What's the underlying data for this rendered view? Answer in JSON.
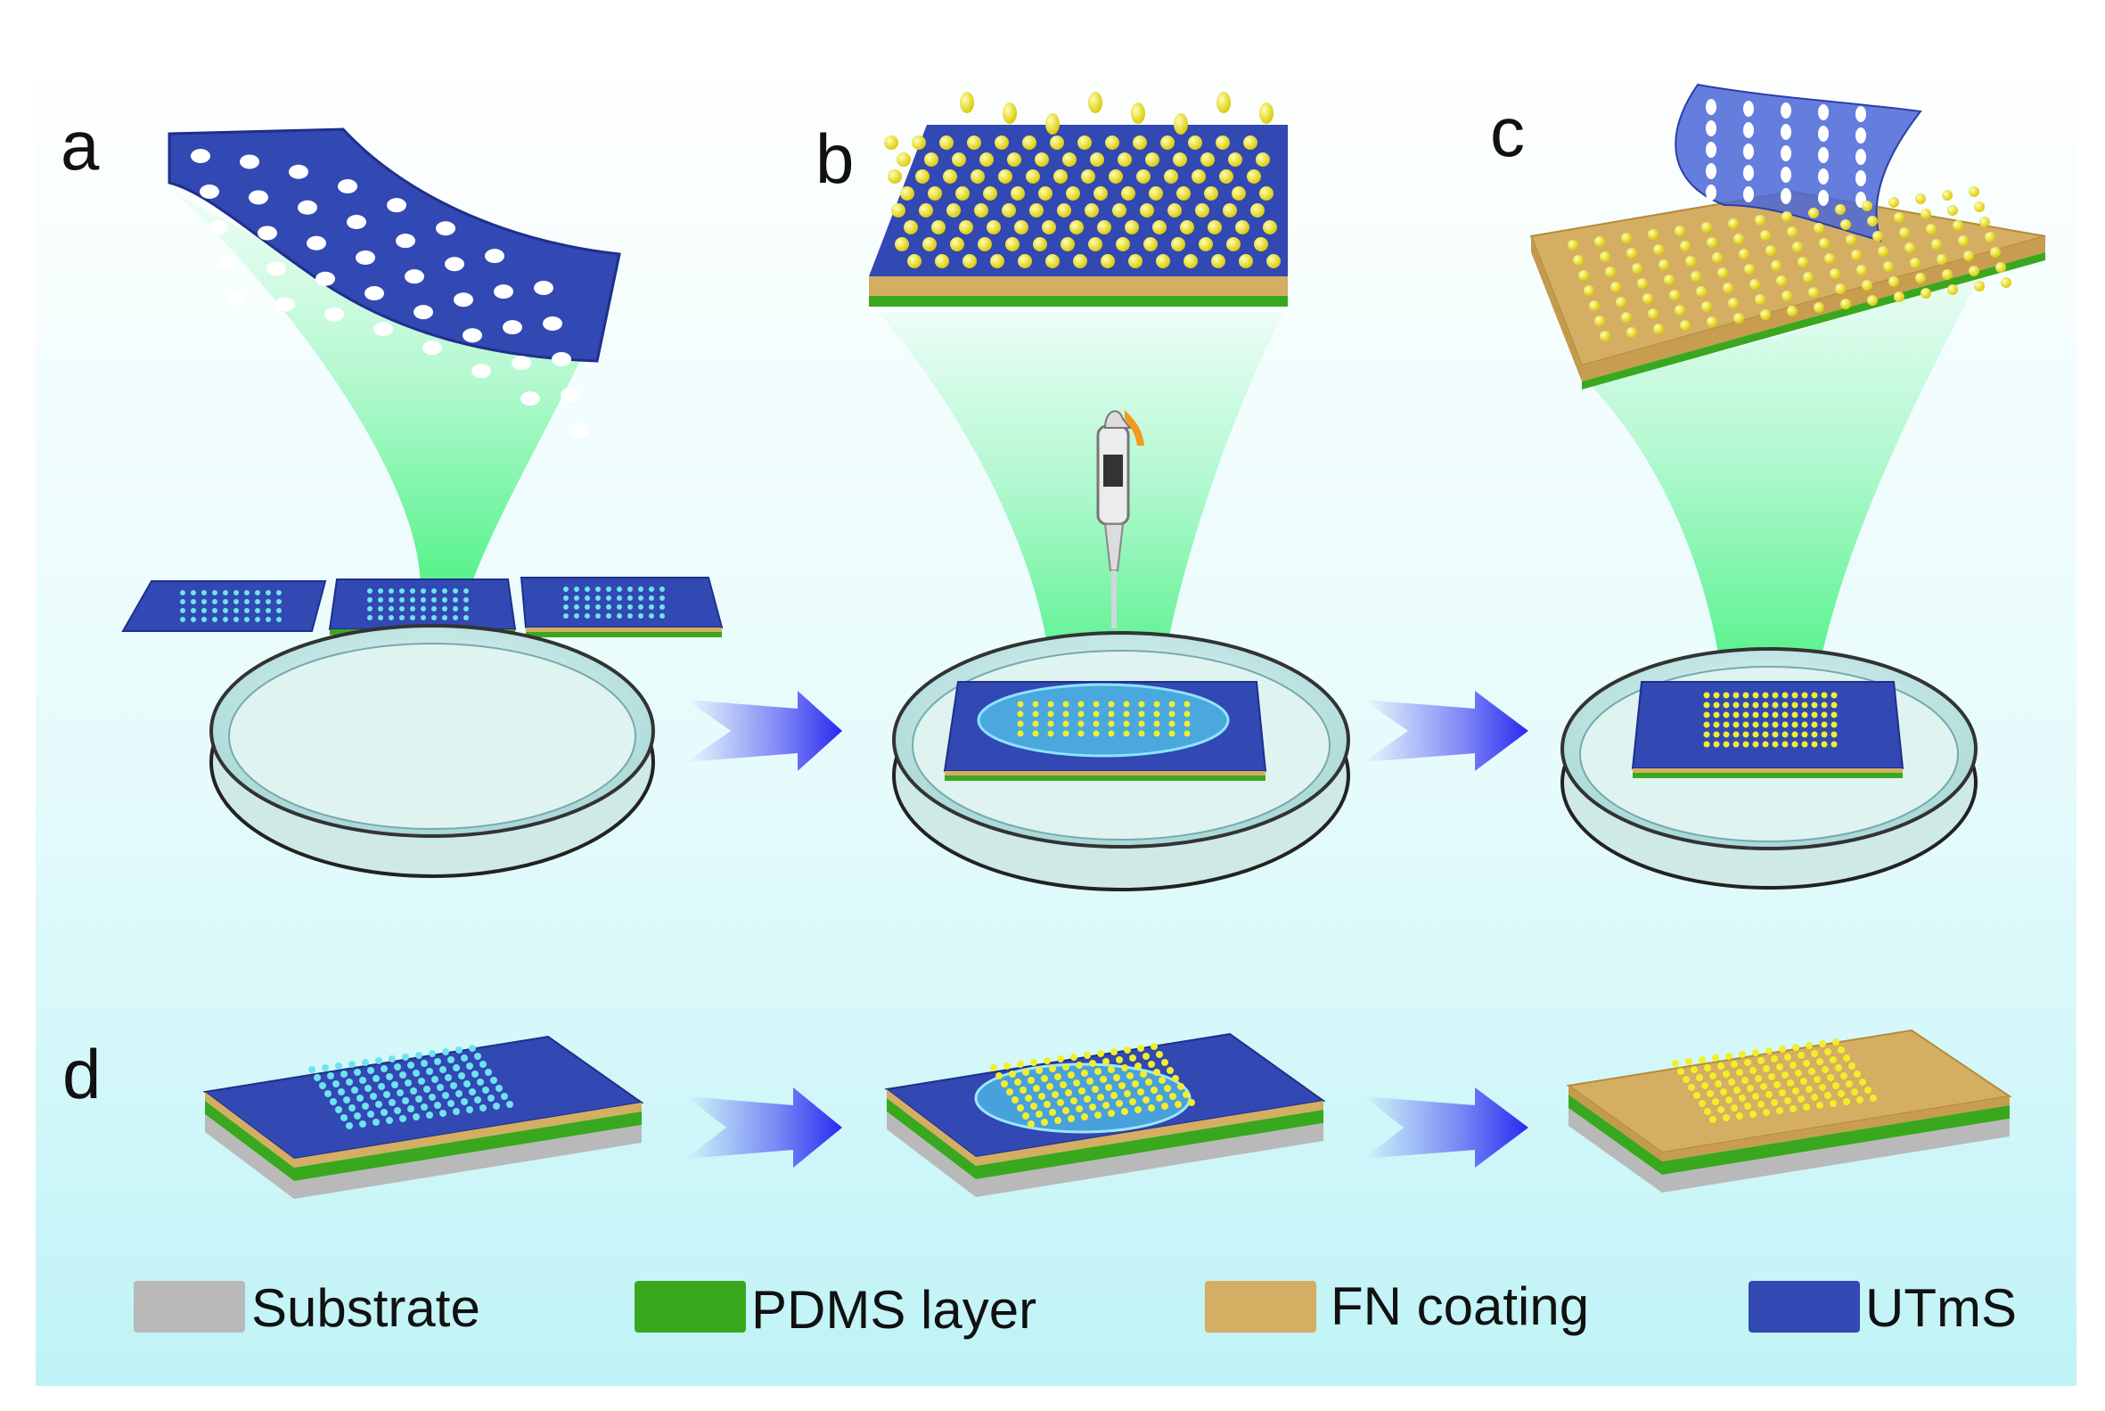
{
  "panels": {
    "a": "a",
    "b": "b",
    "c": "c",
    "d": "d"
  },
  "legend": [
    {
      "label": "Substrate",
      "color": "#b9b9b9"
    },
    {
      "label": "PDMS layer",
      "color": "#39a81e"
    },
    {
      "label": "FN coating",
      "color": "#d4ae62"
    },
    {
      "label": "UTmS",
      "color": "#3248b2"
    }
  ],
  "colors": {
    "background_top": "#ffffff",
    "background_bottom": "#bff3f6",
    "utms": "#3248b2",
    "fn_coating": "#d4ae62",
    "pdms": "#39a81e",
    "substrate": "#b9b9b9",
    "beam": "#5cf08a",
    "dots": "#f2ee2a",
    "arrow": "#2a2af0"
  }
}
